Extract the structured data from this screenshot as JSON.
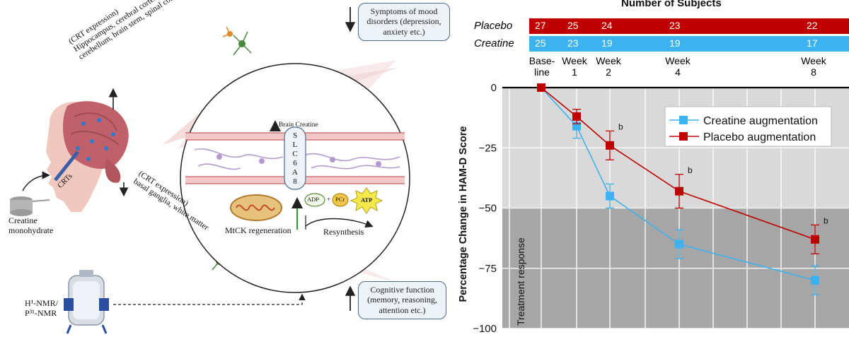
{
  "figure_left": {
    "crt_upper_line1": "(CRT expression)",
    "crt_upper_line2": "Hippocampus, cerebral cortex,",
    "crt_upper_line3": "cerebellum, brain stem, spinal cord",
    "crt_lower_line1": "(CRT expression)",
    "crt_lower_line2": "basal ganglia, white matter",
    "crts_label": "CRTs",
    "creatine_line1": "Creatine",
    "creatine_line2": "monohydrate",
    "nmr_line1": "H¹-NMR/",
    "nmr_line2": "P³¹-NMR",
    "mood_line1": "Symptoms of mood",
    "mood_line2": "disorders (depression,",
    "mood_line3": "anxiety etc.)",
    "cognitive_line1": "Cognitive function",
    "cognitive_line2": "(memory, reasoning,",
    "cognitive_line3": "attention etc.)",
    "brain_creatine": "Brain Creatine",
    "slc_letters": [
      "S",
      "L",
      "C",
      "6",
      "A",
      "8"
    ],
    "mtck": "MtCK regeneration",
    "adp": "ADP",
    "plus": "+",
    "pcr": "PCr",
    "atp": "ATP",
    "resynthesis": "Resynthesis"
  },
  "subjects_table": {
    "title": "Number of Subjects",
    "rows": [
      {
        "label": "Placebo",
        "color": "#c00000",
        "values": [
          "27",
          "25",
          "24",
          "23",
          "22"
        ]
      },
      {
        "label": "Creatine",
        "color": "#3db2f0",
        "values": [
          "25",
          "23",
          "19",
          "19",
          "17"
        ]
      }
    ],
    "timepoints": [
      {
        "line1": "Base-",
        "line2": "line"
      },
      {
        "line1": "Week",
        "line2": "1"
      },
      {
        "line1": "Week",
        "line2": "2"
      },
      {
        "line1": "Week",
        "line2": "4"
      },
      {
        "line1": "Week",
        "line2": "8"
      }
    ]
  },
  "chart_data": {
    "type": "line",
    "x": [
      0,
      1,
      2,
      4,
      8
    ],
    "ylabel": "Percentage Change in HAM-D Score",
    "ylim": [
      -100,
      0
    ],
    "yticks": [
      0,
      -25,
      -50,
      -75,
      -100
    ],
    "ytick_labels": [
      "0",
      "−25",
      "−50",
      "−75",
      "−100"
    ],
    "grid": true,
    "legend_position": "top-right",
    "treatment_response_threshold": -50,
    "treatment_response_label": "Treatment response",
    "series": [
      {
        "name": "Creatine augmentation",
        "color": "#3db2f0",
        "values": [
          0,
          -16,
          -45,
          -65,
          -80
        ],
        "errors": [
          0,
          5,
          5,
          6,
          6
        ]
      },
      {
        "name": "Placebo augmentation",
        "color": "#c00000",
        "values": [
          0,
          -12,
          -24,
          -43,
          -63
        ],
        "errors": [
          0,
          3,
          6,
          7,
          6
        ],
        "annotations": [
          {
            "x": 2,
            "text": "b"
          },
          {
            "x": 4,
            "text": "b"
          },
          {
            "x": 8,
            "text": "b"
          }
        ]
      }
    ]
  }
}
